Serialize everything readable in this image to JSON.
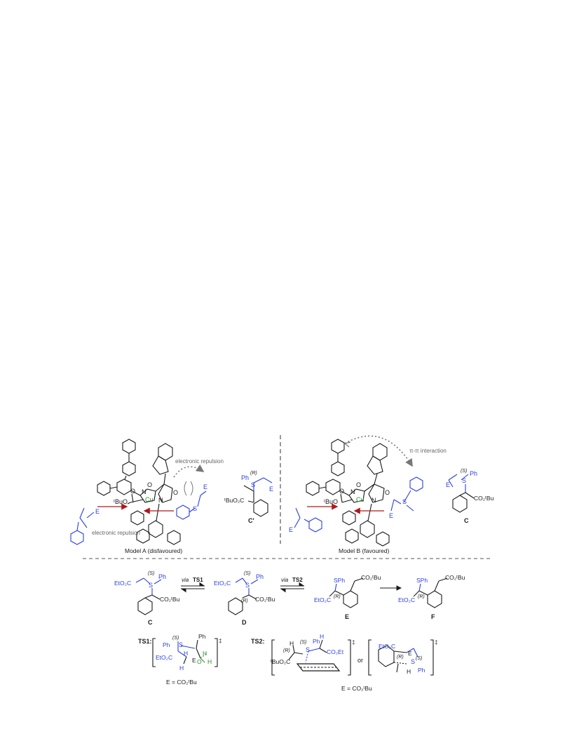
{
  "model_a": {
    "caption": "Model A (disfavoured)",
    "electronic_repulsion_top": "electronic repulsion",
    "electronic_repulsion_bottom": "electronic repulsion",
    "tbuo": "ᵗBuO",
    "cu": "Cu",
    "n1": "N",
    "n2": "N",
    "o1": "O",
    "o2": "O",
    "o3": "O",
    "s": "S",
    "e1": "E",
    "e2": "E"
  },
  "model_b": {
    "caption": "Model B (favoured)",
    "pi_pi": "π-π interaction",
    "tbuo": "ᵗBuO",
    "cu": "Cu",
    "n1": "N",
    "n2": "N",
    "o1": "O",
    "o2": "O",
    "o3": "O",
    "s": "S",
    "e1": "E",
    "e2": "E"
  },
  "c_prime": {
    "label": "C'",
    "ph": "Ph",
    "r": "(R)",
    "s": "S",
    "e": "E",
    "ester": "ᵗBuO₂C"
  },
  "c_top": {
    "label": "C",
    "s_label": "(S)",
    "ph": "Ph",
    "e": "E",
    "s": "S",
    "ester": "CO₂ᵗBu"
  },
  "scheme": {
    "c": {
      "label": "C",
      "etoc": "EtO₂C",
      "s": "S",
      "ph": "Ph",
      "s_label": "(S)",
      "ester": "CO₂ᵗBu"
    },
    "via_ts1_via": "via",
    "via_ts1_ts": "TS1",
    "d": {
      "label": "D",
      "etoc": "EtO₂C",
      "s": "S",
      "ph": "Ph",
      "s_label": "(S)",
      "r_label": "(R)",
      "ester": "CO₂ᵗBu"
    },
    "via_ts2_via": "via",
    "via_ts2_ts": "TS2",
    "e": {
      "label": "E",
      "sph": "SPh",
      "etoc": "EtO₂C",
      "r_label": "(R)",
      "ester": "CO₂ᵗBu"
    },
    "f": {
      "label": "F",
      "sph": "SPh",
      "etoc": "EtO₂C",
      "r_label": "(R)",
      "ester": "CO₂ᵗBu"
    }
  },
  "ts1": {
    "title": "TS1:",
    "s_label": "(S)",
    "ph1": "Ph",
    "ph2": "Ph",
    "s": "S",
    "etoc": "EtO₂C",
    "h1": "H",
    "h2": "H",
    "h3": "H",
    "e": "E",
    "o": "O",
    "dagger": "‡",
    "footnote": "E = CO₂ᵗBu"
  },
  "ts2": {
    "title": "TS2:",
    "h1": "H",
    "h2": "H",
    "r_label": "(R)",
    "s_label": "(S)",
    "s": "S",
    "ph": "Ph",
    "co2et": "CO₂Et",
    "tbuoc": "ᵗBuO₂C",
    "or": "or",
    "dagger1": "‡",
    "dagger2": "‡",
    "etoc": "EtO₂C",
    "r2": "(R)",
    "s2_label": "(S)",
    "s2": "S",
    "e": "E",
    "ph2": "Ph",
    "h3": "H",
    "footnote": "E = CO₂ᵗBu"
  },
  "colors": {
    "black": "#1a1a1a",
    "blue": "#2b3fe0",
    "green": "#2e8b2e",
    "red": "#b01818",
    "gray": "#666666"
  }
}
